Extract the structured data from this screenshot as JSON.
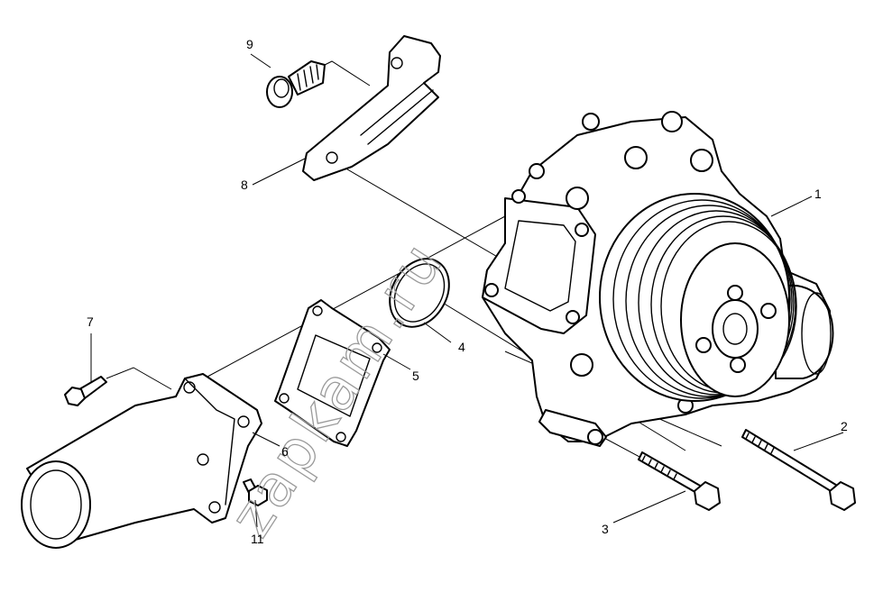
{
  "watermark": "zapkam.ru",
  "callouts": [
    {
      "id": "1",
      "text": "1"
    },
    {
      "id": "2",
      "text": "2"
    },
    {
      "id": "3",
      "text": "3"
    },
    {
      "id": "4",
      "text": "4"
    },
    {
      "id": "5",
      "text": "5"
    },
    {
      "id": "6",
      "text": "6"
    },
    {
      "id": "7",
      "text": "7"
    },
    {
      "id": "8",
      "text": "8"
    },
    {
      "id": "9",
      "text": "9"
    },
    {
      "id": "11",
      "text": "11"
    }
  ],
  "colors": {
    "ink": "#000000",
    "background": "#ffffff",
    "watermark": "#9a9a9a"
  }
}
